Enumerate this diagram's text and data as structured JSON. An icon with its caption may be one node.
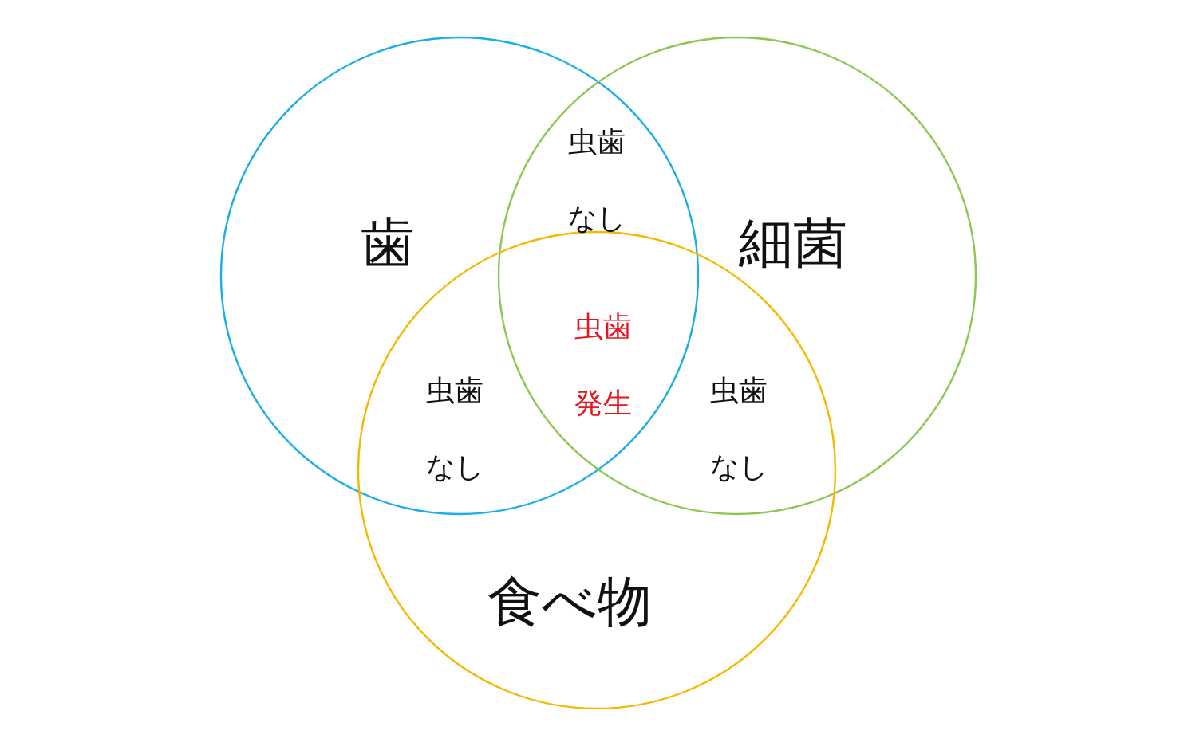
{
  "diagram": {
    "nodes": [
      {
        "text": [
          "歯"
        ]
      },
      {
        "text": [
          "細菌"
        ]
      },
      {
        "text": [
          "食べ物"
        ]
      }
    ],
    "labels": [
      "虫歯なし",
      "虫歯発生",
      "虫歯なし",
      "虫歯なし"
    ]
  }
}
